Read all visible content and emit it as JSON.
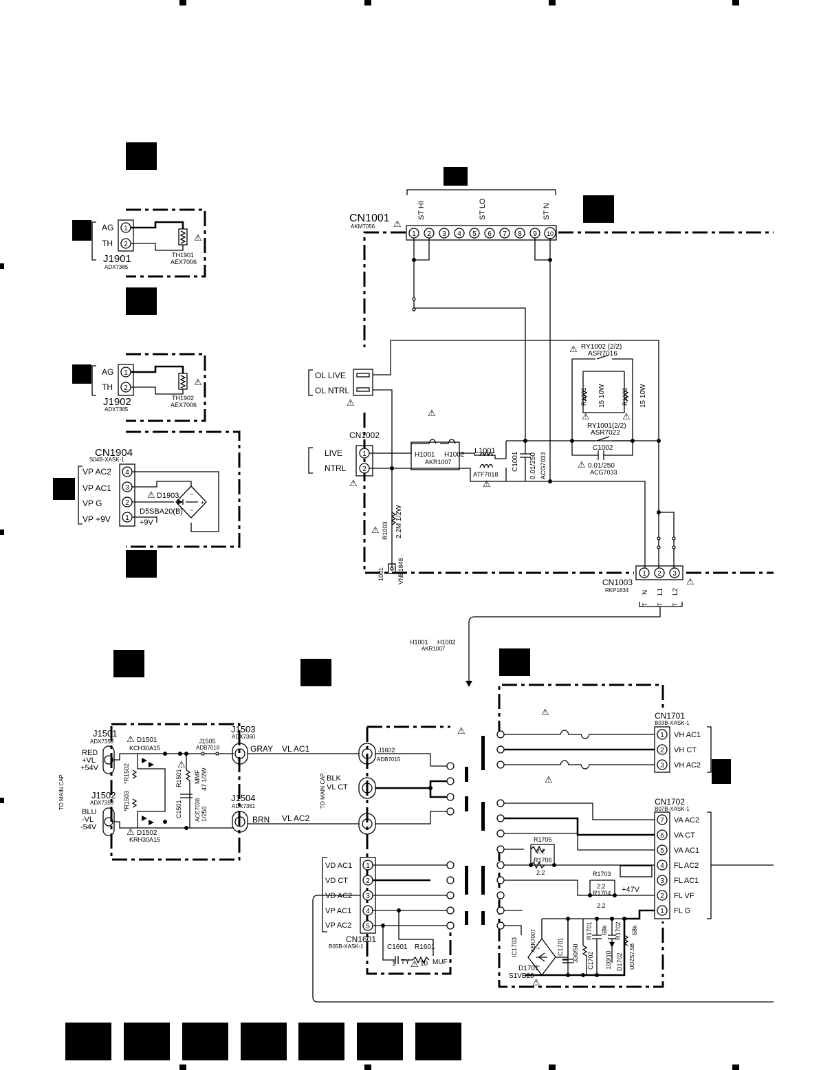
{
  "blocks": {
    "th1901": {
      "side_labels": [
        "AG",
        "TH"
      ],
      "pins": [
        "1",
        "2"
      ],
      "ref": "J1901",
      "part": "ADX7365",
      "thermistor_ref": "TH1901",
      "thermistor_part": "AEX7006"
    },
    "th1902": {
      "side_labels": [
        "AG",
        "TH"
      ],
      "pins": [
        "1",
        "2"
      ],
      "ref": "J1902",
      "part": "ADX7365",
      "thermistor_ref": "TH1902",
      "thermistor_part": "AEX7006"
    },
    "cn1904": {
      "ref": "CN1904",
      "part": "S04B-XASK-1",
      "side_labels": [
        "VP AC2",
        "VP AC1",
        "VP G",
        "VP +9V"
      ],
      "pins": [
        "4",
        "3",
        "2",
        "1"
      ],
      "diode_ref": "D1903",
      "diode_part": "D5SBA20(B)",
      "voltage": "+9V"
    },
    "cn1001": {
      "ref": "CN1001",
      "part": "AKM7056",
      "pins": [
        "1",
        "2",
        "3",
        "4",
        "5",
        "6",
        "7",
        "8",
        "9",
        "10"
      ],
      "top_labels": [
        "ST HI",
        "ST LO",
        "ST N"
      ]
    },
    "mains": {
      "ol_labels": [
        "OL LIVE",
        "OL NTRL"
      ],
      "cn1002_ref": "CN1002",
      "cn1002_labels": [
        "LIVE",
        "NTRL"
      ],
      "cn1002_pins": [
        "1",
        "2"
      ],
      "h_labels": [
        "H1001",
        "H1002"
      ],
      "h_part": "AKR1007",
      "l1001_ref": "L1001",
      "l1001_part": "ATF7018",
      "c1001_ref": "C1001",
      "c1001_value": "0.01/250",
      "c1001_part": "ACG7033",
      "r1003_ref": "R1003",
      "r1003_value": "2.2M 1/2W",
      "r1001_ref": "R1001",
      "r1001_value": "15 10W",
      "r1002_ref": "R1002",
      "r1002_value": "15 10W",
      "ry1002_ref": "RY1002 (2/2)",
      "ry1002_part": "ASR7016",
      "ry1001_ref": "RY1001(2/2)",
      "ry1001_part": "ASR7022",
      "c1002_ref": "C1002",
      "c1002_value": "0.01/250",
      "c1002_part": "ACG7033",
      "ground_ref": "1001",
      "ground_part": "VNE1848",
      "cn1003_ref": "CN1003",
      "cn1003_part": "RKP1834",
      "cn1003_pins": [
        "1",
        "2",
        "3"
      ],
      "cn1003_labels": [
        "N",
        "L1",
        "L2"
      ],
      "t_labels": [
        "T",
        "T",
        "T"
      ],
      "fuse_note_labels": [
        "H1001",
        "H1002"
      ],
      "fuse_note_part": "AKR1007"
    },
    "vl": {
      "side_note": "TO MAIN CAP.",
      "j1501_ref": "J1501",
      "j1501_part": "ADX7358",
      "j1501_labels": [
        "RED",
        "+VL",
        "+54V"
      ],
      "j1502_ref": "J1502",
      "j1502_part": "ADX7359",
      "j1502_labels": [
        "BLU",
        "-VL",
        "-54V"
      ],
      "d1501_ref": "D1501",
      "d1501_part": "KCH30A15",
      "d1502_ref": "D1502",
      "d1502_part": "KRH30A15",
      "r1502_ref": "*R1502",
      "r1503_ref": "*R1503",
      "j1505_ref": "J1505",
      "j1505_part": "ADB7018",
      "r1501_ref": "R1501",
      "r1501_value": "MMF",
      "r1501_extra": "47 1/2W",
      "c1501_ref": "C1501",
      "c1501_part": "ACE7038",
      "c1501_value": "1/250",
      "j1503_ref": "J1503",
      "j1503_part": "ADX7360",
      "j1503_label": "GRAY",
      "j1504_ref": "J1504",
      "j1504_part": "ADX7361",
      "j1504_label": "BRN",
      "line_labels": [
        "VL AC1",
        "VL AC2"
      ]
    },
    "transformer": {
      "side_note": "TO MAIN CAP.",
      "blk_labels": [
        "BLK",
        "VL CT"
      ],
      "j1602_ref": "J1602",
      "j1602_part": "ADB7015",
      "cn1601_ref": "CN1601",
      "cn1601_part": "B05B-XASK-1",
      "cn1601_labels": [
        "VD AC1",
        "VD CT",
        "VD AC2",
        "VP AC1",
        "VP AC2"
      ],
      "cn1601_pins": [
        "1",
        "2",
        "3",
        "4",
        "5"
      ],
      "c1601_ref": "C1601",
      "c1601_value": "1",
      "c1601_suffix": "TY",
      "r1601_ref": "R1601",
      "r1601_value": "10",
      "r1601_suffix": "MUF"
    },
    "secondary": {
      "cn1701_ref": "CN1701",
      "cn1701_part": "B03B-XASK-1",
      "cn1701_labels": [
        "VH AC1",
        "VH CT",
        "VH AC2"
      ],
      "cn1701_pins": [
        "1",
        "2",
        "3"
      ],
      "cn1702_ref": "CN1702",
      "cn1702_part": "B07B-XASK-1",
      "cn1702_labels": [
        "VA AC2",
        "VA CT",
        "VA AC1",
        "FL AC2",
        "FL AC1",
        "FL VF",
        "FL G"
      ],
      "cn1702_pins": [
        "7",
        "6",
        "5",
        "4",
        "3",
        "2",
        "1"
      ],
      "r1705_ref": "R1705",
      "r1706_ref": "R1706",
      "r_value": "2.2",
      "r1703_ref": "R1703",
      "r1704_ref": "R1704",
      "voltage": "+47V",
      "ic1703_ref": "IC1703",
      "ic1703_part": "AEK7007",
      "d1701_ref": "D1701",
      "d1701_part": "S1VB20",
      "c1701_ref": "C1701",
      "c1701_value": "330/50",
      "c1702_ref": "C1702",
      "c1702_value": "100/10",
      "r1701_ref": "R1701",
      "r1701_value": "68k",
      "r1702_ref": "R1702",
      "r1702_value": "68k",
      "d1702_ref": "D1702",
      "d1702_part": "UDZS7.5B"
    }
  },
  "warning_symbol": "!"
}
